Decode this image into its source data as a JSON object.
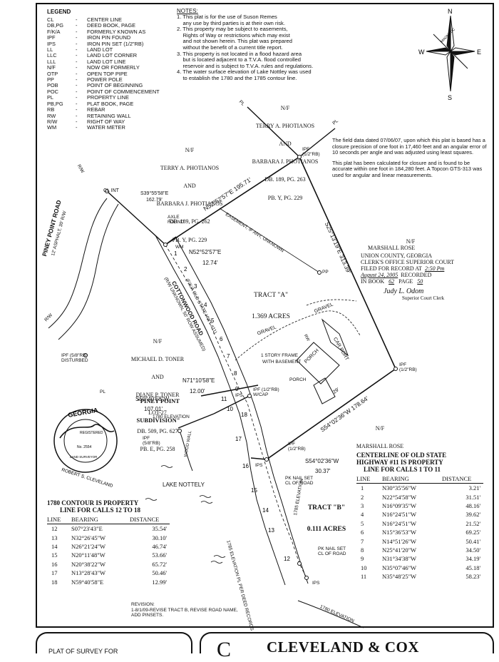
{
  "legend": {
    "title": "LEGEND",
    "items": [
      {
        "abbr": "CL",
        "meaning": "CENTER LINE"
      },
      {
        "abbr": "DB,PG",
        "meaning": "DEED BOOK, PAGE"
      },
      {
        "abbr": "F/K/A",
        "meaning": "FORMERLY KNOWN AS"
      },
      {
        "abbr": "IPF",
        "meaning": "IRON PIN FOUND"
      },
      {
        "abbr": "IPS",
        "meaning": "IRON PIN SET (1/2\"RB)"
      },
      {
        "abbr": "LL",
        "meaning": "LAND LOT"
      },
      {
        "abbr": "LLC",
        "meaning": "LAND LOT CORNER"
      },
      {
        "abbr": "LLL",
        "meaning": "LAND LOT LINE"
      },
      {
        "abbr": "N/F",
        "meaning": "NOW OR FORMERLY"
      },
      {
        "abbr": "OTP",
        "meaning": "OPEN TOP PIPE"
      },
      {
        "abbr": "PP",
        "meaning": "POWER POLE"
      },
      {
        "abbr": "POB",
        "meaning": "POINT OF BEGINNING"
      },
      {
        "abbr": "POC",
        "meaning": "POINT OF COMMENCEMENT"
      },
      {
        "abbr": "PL",
        "meaning": "PROPERTY LINE"
      },
      {
        "abbr": "PB,PG",
        "meaning": "PLAT BOOK, PAGE"
      },
      {
        "abbr": "RB",
        "meaning": "REBAR"
      },
      {
        "abbr": "RW",
        "meaning": "RETAINING WALL"
      },
      {
        "abbr": "R/W",
        "meaning": "RIGHT OF WAY"
      },
      {
        "abbr": "WM",
        "meaning": "WATER METER"
      }
    ]
  },
  "notes": {
    "title": "NOTES:",
    "lines": [
      "1. This plat is for the use of Suson Remes",
      "    any use by third parties is at their own risk.",
      "2. This property may be subject to easements,",
      "    Rights of Way or restrictions which may exist",
      "    and not shown herein. This plat was prepared",
      "    without the benefit of a current title report.",
      "3. This property is not located in a flood hazard area",
      "    but is located adjacent to a T.V.A. flood controlled",
      "    reservoir and is subject to T.V.A. rules and regulations.",
      "4. The water surface elevation of Lake Nottley was used",
      "    to establish the 1780 and the 1785 contour line."
    ]
  },
  "compass": {
    "n": "N",
    "s": "S",
    "e": "E",
    "w": "W",
    "label": "MAGNETIC"
  },
  "field_data": {
    "p1": "The field data dated 07/06/07, upon which this plat is based has a closure precision of one foot in 17,460 feet and an angular error of 10 seconds per angle and was adjusted using least squares.",
    "p2": "This plat has been calculated for closure and is found to be accurate within one foot in 184,280 feet. A Topcon GTS-313 was used for angular and linear measurements."
  },
  "recording": {
    "owner_nf": "N/F",
    "owner": "MARSHALL ROSE",
    "county": "UNION COUNTY, GEORGIA",
    "court": "CLERK'S OFFICE SUPERIOR COURT",
    "filed_label": "FILED FOR RECORD AT",
    "filed_time": "2:50 Pm",
    "filed_date": "August 24, 2005",
    "recorded_label": "RECORDED",
    "book_label": "IN BOOK",
    "book": "62",
    "page_label": "PAGE",
    "page": "50",
    "clerk_signature": "Judy L. Odom",
    "clerk_title": "Superior Court Clerk"
  },
  "owners": {
    "top": [
      "N/F",
      "TERRY A. PHOTIANOS",
      "AND",
      "BARBARA J. PHOTIANOS",
      "DB. 189, PG. 263",
      "PB. Y, PG. 229"
    ],
    "left_top": [
      "N/F",
      "TERRY A. PHOTIANOS",
      "AND",
      "BARBARA J. PHOTIANOS",
      "DB. 189, PG. 262",
      "PB. Y, PG. 229"
    ],
    "left_mid": [
      "N/F",
      "MICHAEL D. TONER",
      "AND",
      "DIANE P. TONER",
      "LOT-27",
      "DB. 509, PG. 627",
      "PB. E, PG. 258"
    ],
    "subdivision": [
      "\"PINEY POINT",
      "SUBDIVISION\""
    ],
    "right_bottom": [
      "N/F",
      "MARSHALL ROSE"
    ]
  },
  "tracts": {
    "a_name": "TRACT \"A\"",
    "a_area": "1.369 ACRES",
    "b_name": "TRACT \"B\"",
    "b_area": "0.111 ACRES"
  },
  "map_labels": {
    "road_piney": "PINEY POINT ROAD",
    "road_piney_sub": "12' ASPHALT, 30' R/W",
    "road_cottonwood": "COTTONWOOD ROAD",
    "road_old_hwy": "(F/K/A OLD STATE HWY #11)",
    "road_row": "(R/W UNKNOWN, 50' ROW ASSUMED)",
    "easement": "EASEMENT, IF ANY, UNKNOWN",
    "house": "1 STORY FRAME",
    "house2": "WITH BASEMENT",
    "porch": "PORCH",
    "car_port": "CAR PORT",
    "gravel": "GRAVEL",
    "rw": "RW",
    "lake": "LAKE NOTTELY",
    "elev_1780": "1780 ELEVATION",
    "elev_1785": "1785 ELEVATION",
    "elev_1785_note": "1785 ELEVATION PL PER DEED RECORDS",
    "wood_wall": "WOOD WALL",
    "cl_int": "CL INT",
    "axle_found": "AXLE FOUND",
    "wm": "WM",
    "pp": "PP",
    "rw_left1": "R/W",
    "rw_left2": "R/W",
    "ipf_58": "IPF (5/8\"RB) DISTURBED",
    "ipf_58b": "IPF (5/8\"RB)",
    "ipf_12_top": "IPF (1/2\"RB)",
    "ipf_12_right": "IPF (1/2\"RB)",
    "ipf_12_mid": "IPF (1/2\"RB)",
    "ipf_12_cap": "IPF (1/2\"RB) W/CAP",
    "ips_a": "IPS",
    "ips_b": "IPS",
    "ips_c": "IPS",
    "pk_nail_1": "PK NAIL SET CL OF ROAD",
    "pk_nail_2": "PK NAIL SET CL OF ROAD",
    "dim_29": "29'",
    "pl1": "PL",
    "pl2": "PL",
    "pl3": "PL"
  },
  "bearings": {
    "b1": "S39°55'58\"E",
    "b1d": "162.79'",
    "b2": "N52°52'57\"E 195.71'",
    "b3": "N52°52'57\"E",
    "b3d": "12.74'",
    "b4": "S25°13'19\"E 313.39'",
    "b5": "S54°02'36\"W 178.64'",
    "b6": "N71°10'58\"E",
    "b6d": "12.00'",
    "b7": "S59°40'58\"W",
    "b7d": "107.01'",
    "b8": "S54°02'36\"W",
    "b8d": "30.37'"
  },
  "seal": {
    "top": "GEORGIA",
    "registered": "REGISTERED",
    "number": "No. 2554",
    "land_surveyor": "LAND SURVEYOR",
    "name": "ROBERT S. CLEVELAND",
    "signature": "Robert S. Cleveland"
  },
  "contour_table": {
    "title_1": "1780 CONTOUR IS PROPERTY",
    "title_2": "LINE FOR CALLS 12 TO 18",
    "headers": [
      "LINE",
      "BEARING",
      "DISTANCE"
    ],
    "rows": [
      [
        "12",
        "S07°23'43\"E",
        "35.54'"
      ],
      [
        "13",
        "N32°26'45\"W",
        "30.10'"
      ],
      [
        "14",
        "N26°21'24\"W",
        "46.74'"
      ],
      [
        "15",
        "N20°11'48\"W",
        "53.66'"
      ],
      [
        "16",
        "N20°38'22\"W",
        "65.72'"
      ],
      [
        "17",
        "N13°28'43\"W",
        "50.46'"
      ],
      [
        "18",
        "N59°40'58\"E",
        "12.99'"
      ]
    ]
  },
  "centerline_table": {
    "title_1": "CENTERLINE OF OLD STATE",
    "title_2": "HIGHWAY #11 IS PROPERTY",
    "title_3": "LINE FOR CALLS 1 TO 11",
    "headers": [
      "LINE",
      "BEARING",
      "DISTANCE"
    ],
    "rows": [
      [
        "1",
        "N30°35'56\"W",
        "3.21'"
      ],
      [
        "2",
        "N22°54'58\"W",
        "31.51'"
      ],
      [
        "3",
        "N16°09'35\"W",
        "48.16'"
      ],
      [
        "4",
        "N16°24'51\"W",
        "39.62'"
      ],
      [
        "5",
        "N16°24'51\"W",
        "21.52'"
      ],
      [
        "6",
        "N15°36'53\"W",
        "69.25'"
      ],
      [
        "7",
        "N14°51'26\"W",
        "50.41'"
      ],
      [
        "8",
        "N25°41'20\"W",
        "34.50'"
      ],
      [
        "9",
        "N31°34'38\"W",
        "34.19'"
      ],
      [
        "10",
        "N35°07'46\"W",
        "45.18'"
      ],
      [
        "11",
        "N35°48'25\"W",
        "58.23'"
      ]
    ]
  },
  "revision": {
    "line1": "REVISION:",
    "line2": "1-8/1/09-REVISE TRACT B, REVISE ROAD NAME,",
    "line3": "ADD PINSETS."
  },
  "title_block": {
    "left": "PLAT OF SURVEY FOR",
    "logo_letter": "C",
    "firm": "CLEVELAND & COX"
  },
  "line_numbers": [
    "1",
    "2",
    "3",
    "4",
    "5",
    "6",
    "7",
    "8",
    "9",
    "10",
    "11",
    "12",
    "13",
    "14",
    "15",
    "16",
    "17",
    "18"
  ]
}
